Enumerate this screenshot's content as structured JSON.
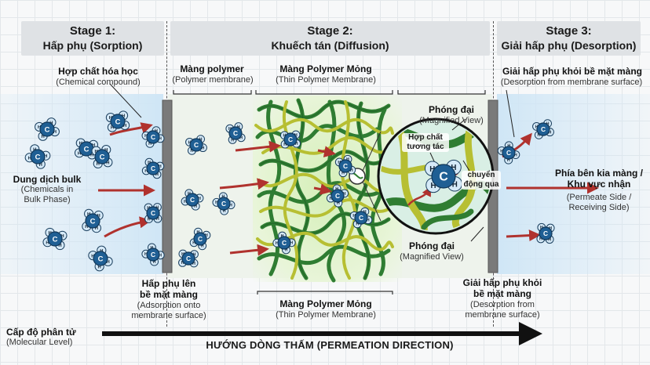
{
  "stages": [
    {
      "title": "Stage 1:",
      "subtitle": "Hấp phụ (Sorption)"
    },
    {
      "title": "Stage 2:",
      "subtitle": "Khuếch tán (Diffusion)"
    },
    {
      "title": "Stage 3:",
      "subtitle": "Giải hấp phụ (Desorption)"
    }
  ],
  "labels": {
    "chemical_compound_vi": "Hợp chất hóa học",
    "chemical_compound_en": "(Chemical compound)",
    "bulk_solution_vi": "Dung dịch bulk",
    "bulk_solution_en_1": "(Chemicals in",
    "bulk_solution_en_2": "Bulk Phase)",
    "polymer_membrane_vi": "Màng polymer",
    "polymer_membrane_en": "(Polymer membrane)",
    "thin_membrane_top_vi": "Màng Polymer Mỏng",
    "thin_membrane_top_en": "(Thin Polymer Membrane)",
    "magnified_top_vi": "Phóng đại",
    "magnified_top_en": "(Magnified View)",
    "interacting_compound_1": "Hợp chất",
    "interacting_compound_2": "tương tác",
    "moving_through_1": "chuyển",
    "moving_through_2": "động qua",
    "magnified_bottom_vi": "Phóng đại",
    "magnified_bottom_en": "(Magnified View)",
    "desorb_top_vi": "Giải hấp phụ khỏi bề mặt màng",
    "desorb_top_en": "(Desorption from membrane surface)",
    "permeate_vi_1": "Phía bên kia màng /",
    "permeate_vi_2": "Khu vực nhận",
    "permeate_en_1": "(Permeate Side /",
    "permeate_en_2": "Receiving Side)",
    "adsorb_bottom_vi_1": "Hấp phụ lên",
    "adsorb_bottom_vi_2": "bề mặt màng",
    "adsorb_bottom_en_1": "(Adsorption onto",
    "adsorb_bottom_en_2": "membrane surface)",
    "thin_membrane_bottom_vi": "Màng Polymer Mỏng",
    "thin_membrane_bottom_en": "(Thin Polymer Membrane)",
    "desorb_bottom_vi_1": "Giải hấp phụ khỏi",
    "desorb_bottom_vi_2": "bề mặt màng",
    "desorb_bottom_en_1": "(Desorption from",
    "desorb_bottom_en_2": "membrane surface)",
    "molecular_level_vi": "Cấp độ phân tử",
    "molecular_level_en": "(Molecular Level)",
    "permeation_direction": "HƯỚNG DÒNG THẤM (PERMEATION DIRECTION)"
  },
  "molecule": {
    "center": "C",
    "hydrogen": "H"
  },
  "colors": {
    "header_bg": "#dfe2e5",
    "bulk_blue": "#cfe6f6",
    "carbon": "#1f5f94",
    "hydrogen": "#d6eaf8",
    "fiber_green": "#2f7d32",
    "fiber_yellow": "#b7bf32",
    "arrow_red": "#b0322e",
    "membrane_wall": "#7a7a7a"
  }
}
